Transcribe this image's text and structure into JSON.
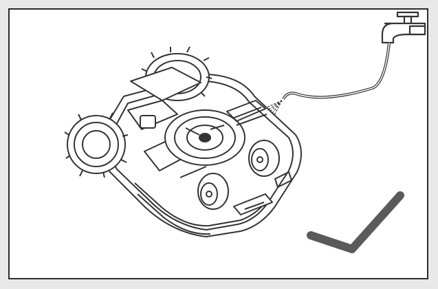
{
  "diagram": {
    "background_color": "#e8e8e8",
    "panel_color": "#ffffff",
    "line_color": "#333333",
    "accent_color": "#5a5a5a",
    "elements": [
      {
        "name": "robotic-lawn-mower-underside",
        "icon": "lawn-mower-icon"
      },
      {
        "name": "water-faucet",
        "icon": "faucet-icon"
      },
      {
        "name": "water-hose",
        "icon": "hose-icon"
      },
      {
        "name": "water-spray",
        "icon": "spray-icon"
      },
      {
        "name": "angle-brush",
        "icon": "brush-icon"
      }
    ]
  }
}
